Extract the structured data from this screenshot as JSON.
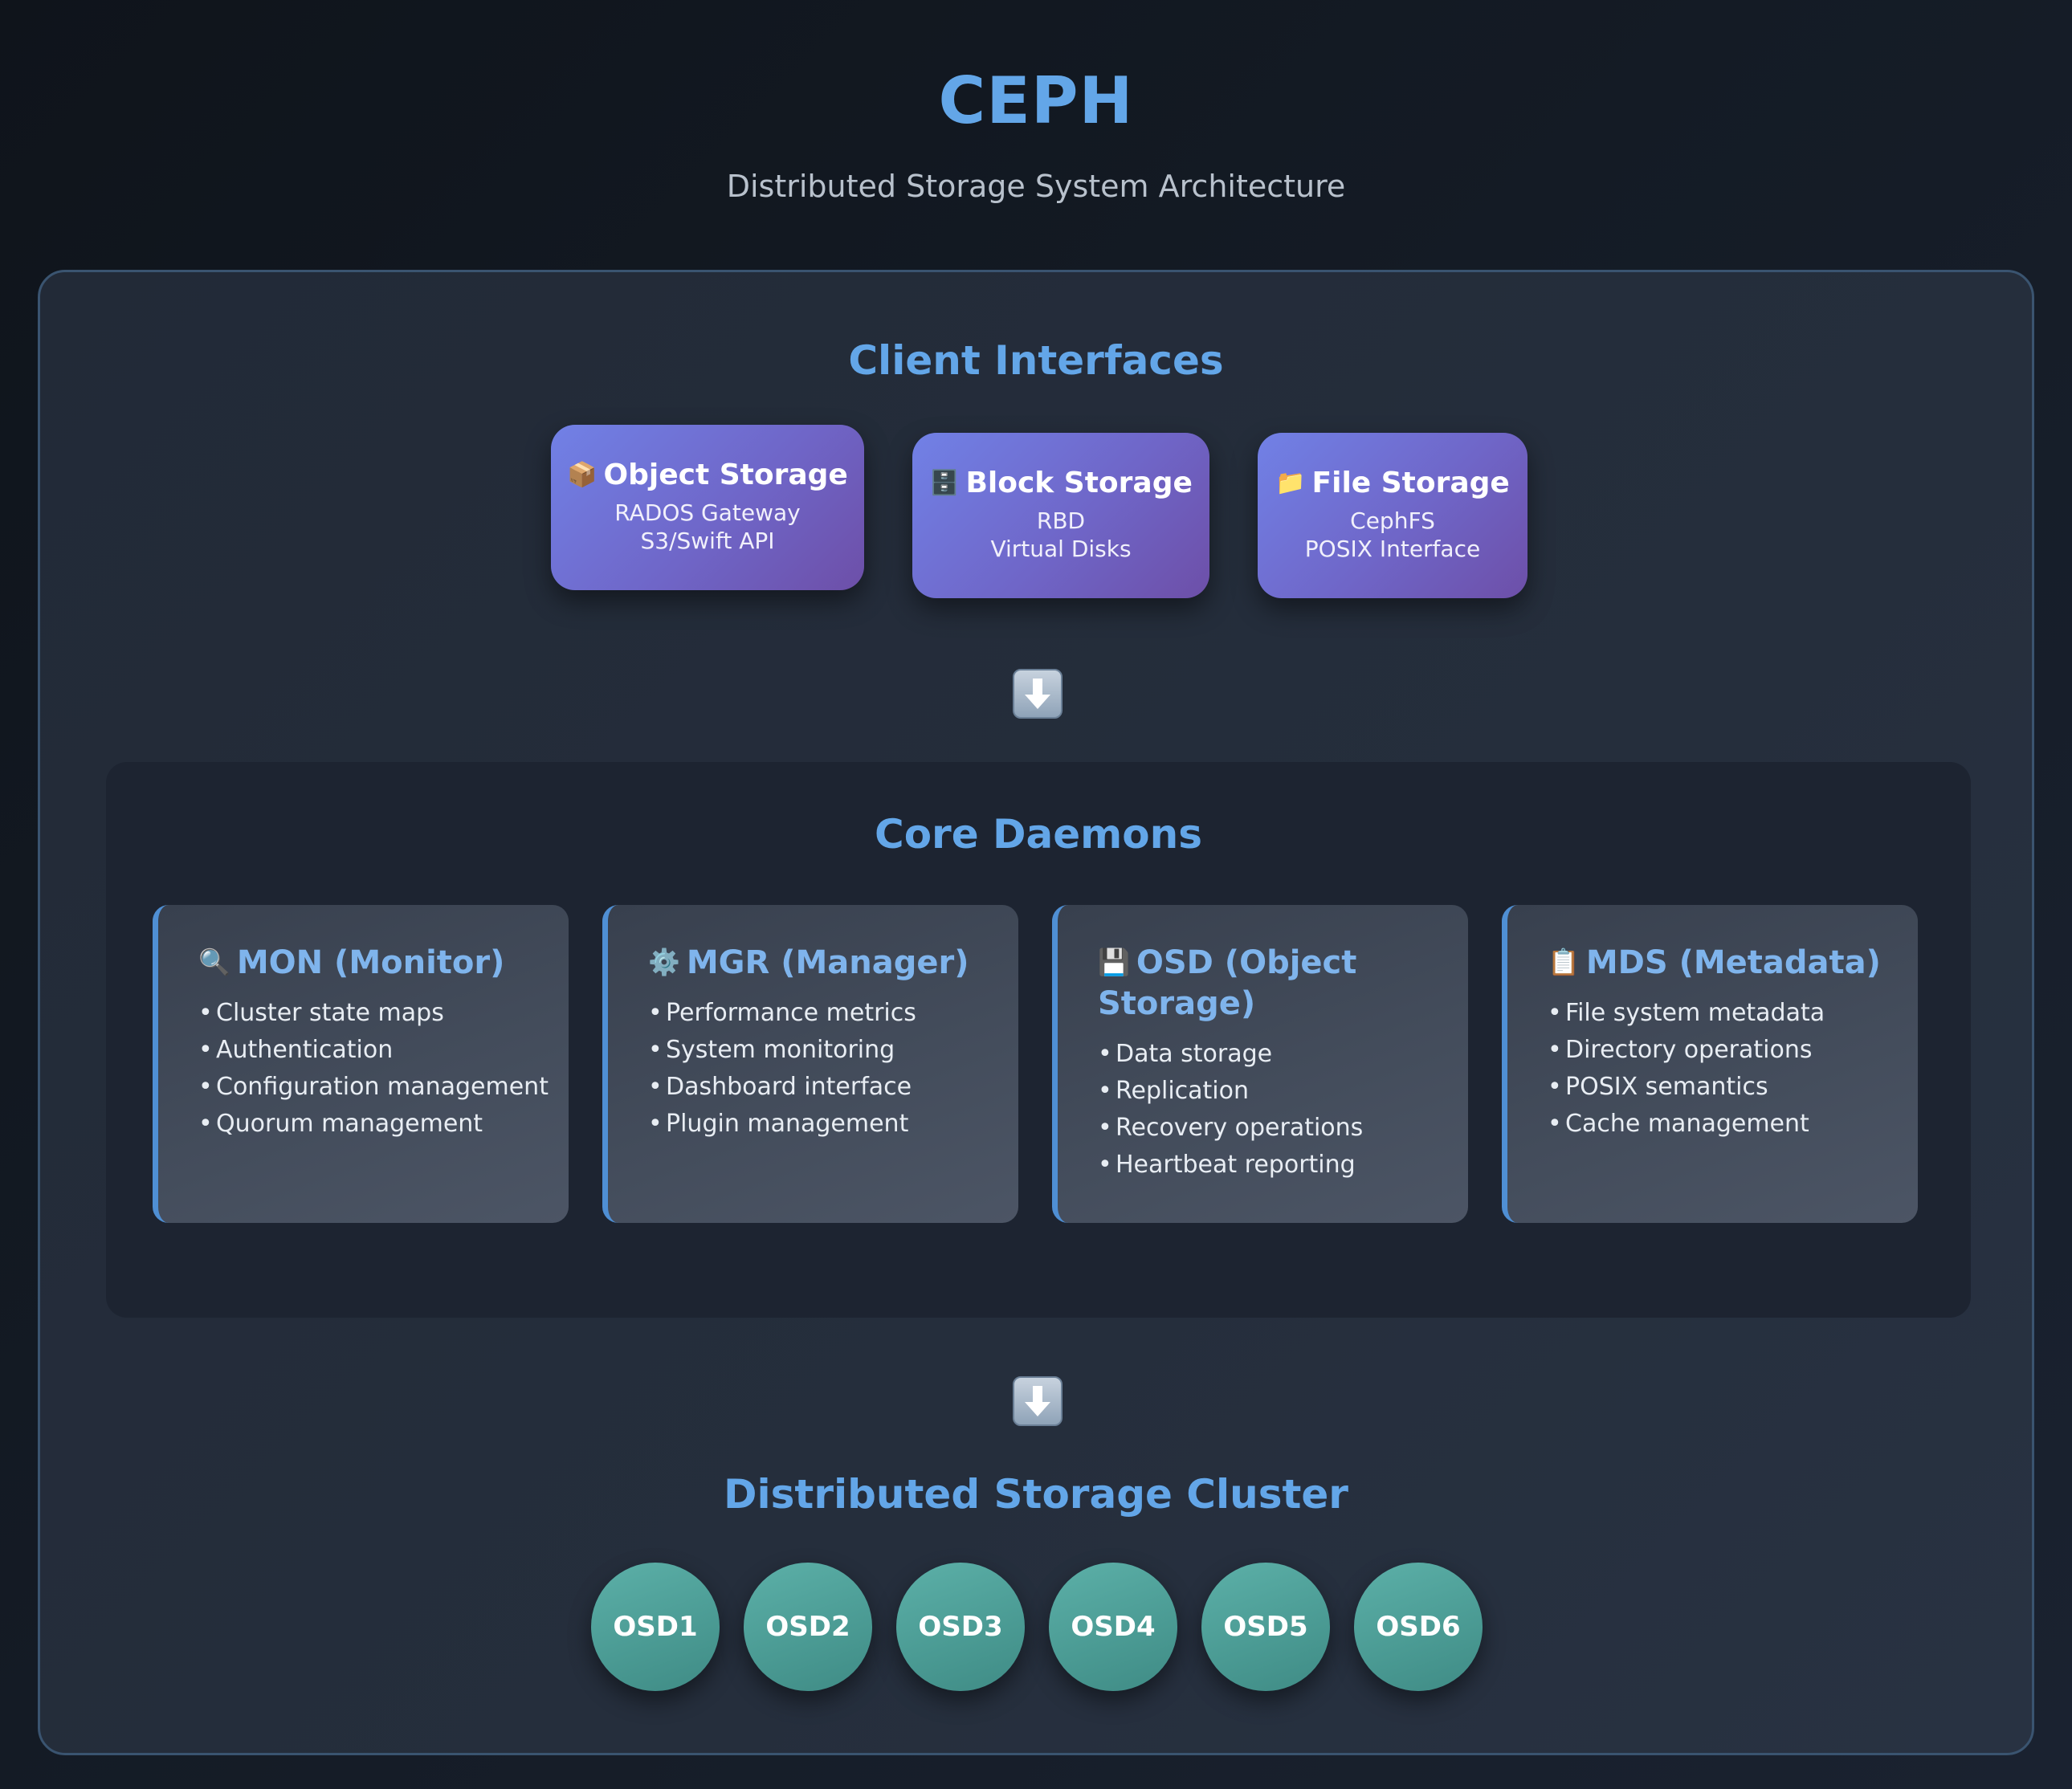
{
  "header": {
    "title": "CEPH",
    "subtitle": "Distributed Storage System Architecture"
  },
  "client_section": {
    "title": "Client Interfaces",
    "cards": [
      {
        "icon": "package-icon",
        "glyph": "📦",
        "title": "Object Storage",
        "lines": [
          "RADOS Gateway",
          "S3/Swift API"
        ]
      },
      {
        "icon": "file-cabinet-icon",
        "glyph": "🗄️",
        "title": "Block Storage",
        "lines": [
          "RBD",
          "Virtual Disks"
        ]
      },
      {
        "icon": "folder-icon",
        "glyph": "📁",
        "title": "File Storage",
        "lines": [
          "CephFS",
          "POSIX Interface"
        ]
      }
    ]
  },
  "arrows": {
    "glyph": "⬇️",
    "icon": "down-arrow-icon"
  },
  "core_section": {
    "title": "Core Daemons",
    "daemons": [
      {
        "icon": "magnifier-icon",
        "glyph": "🔍",
        "title": "MON (Monitor)",
        "items": [
          "Cluster state maps",
          "Authentication",
          "Configuration management",
          "Quorum management"
        ]
      },
      {
        "icon": "gear-icon",
        "glyph": "⚙️",
        "title": "MGR (Manager)",
        "items": [
          "Performance metrics",
          "System monitoring",
          "Dashboard interface",
          "Plugin management"
        ]
      },
      {
        "icon": "floppy-disk-icon",
        "glyph": "💾",
        "title_line1": "OSD (Object",
        "title_line2": "Storage)",
        "items": [
          "Data storage",
          "Replication",
          "Recovery operations",
          "Heartbeat reporting"
        ]
      },
      {
        "icon": "clipboard-icon",
        "glyph": "📋",
        "title": "MDS (Metadata)",
        "items": [
          "File system metadata",
          "Directory operations",
          "POSIX semantics",
          "Cache management"
        ]
      }
    ],
    "bullet": "•"
  },
  "cluster_section": {
    "title": "Distributed Storage Cluster",
    "nodes": [
      "OSD1",
      "OSD2",
      "OSD3",
      "OSD4",
      "OSD5",
      "OSD6"
    ]
  },
  "colors": {
    "accent": "#63a6e8",
    "client_card_start": "#7181e6",
    "client_card_end": "#6d4fa8",
    "daemon_border": "#4f8fd4",
    "osd_node": "#4a9a93"
  }
}
